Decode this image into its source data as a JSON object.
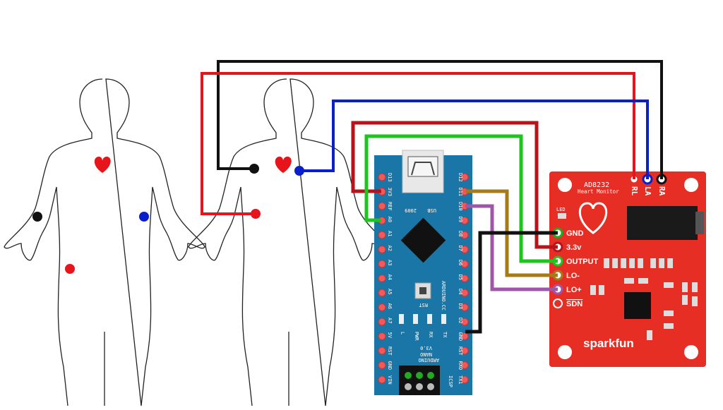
{
  "colors": {
    "wire_red": "#e8141b",
    "wire_black": "#111111",
    "wire_blue": "#0a1fcc",
    "wire_darkred": "#b4141a",
    "wire_green": "#1ec51e",
    "wire_brown": "#a77a18",
    "wire_purple": "#a056a8",
    "board_blue": "#1b76a8",
    "sensor_red": "#e62e25",
    "heart": "#e8141b"
  },
  "icons": {
    "heart": "heart-icon",
    "electrode": "electrode-dot"
  },
  "sensor": {
    "chip_name": "AD8232",
    "subtitle": "Heart Monitor",
    "led_label": "LED",
    "lead_pins": [
      "RL",
      "LA",
      "RA"
    ],
    "pins": [
      "GND",
      "3.3v",
      "OUTPUT",
      "LO-",
      "LO+",
      "SDN"
    ],
    "brand": "sparkfun"
  },
  "arduino": {
    "usb_label": "USB",
    "year_label": "2009",
    "rst_label": "RST",
    "maker_label": "ARDUINO.CC",
    "name_line1": "ARDUINO",
    "name_line2": "NANO",
    "name_line3": "V3.0",
    "icsp_label": "ICSP",
    "led_labels": [
      "L",
      "PWR",
      "RX",
      "TX"
    ],
    "left_pins": [
      "D13",
      "3V3",
      "REF",
      "A0",
      "A1",
      "A2",
      "A3",
      "A4",
      "A5",
      "A6",
      "A7",
      "5V",
      "RST",
      "GND",
      "VIN"
    ],
    "right_pins": [
      "D12",
      "D11",
      "D10",
      "D9",
      "D8",
      "D7",
      "D6",
      "D5",
      "D4",
      "D3",
      "D2",
      "GND",
      "RST",
      "RXO",
      "TX1"
    ]
  }
}
